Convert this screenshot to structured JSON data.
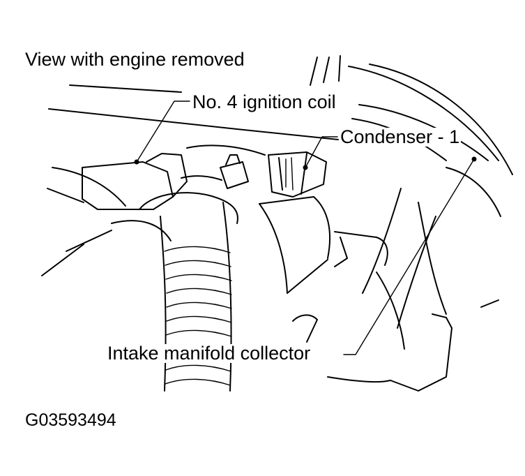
{
  "labels": {
    "view_caption": "View with engine removed",
    "ignition_coil": "No. 4 ignition coil",
    "condenser": "Condenser - 1",
    "intake_collector": "Intake manifold collector",
    "figure_code": "G03593494"
  }
}
